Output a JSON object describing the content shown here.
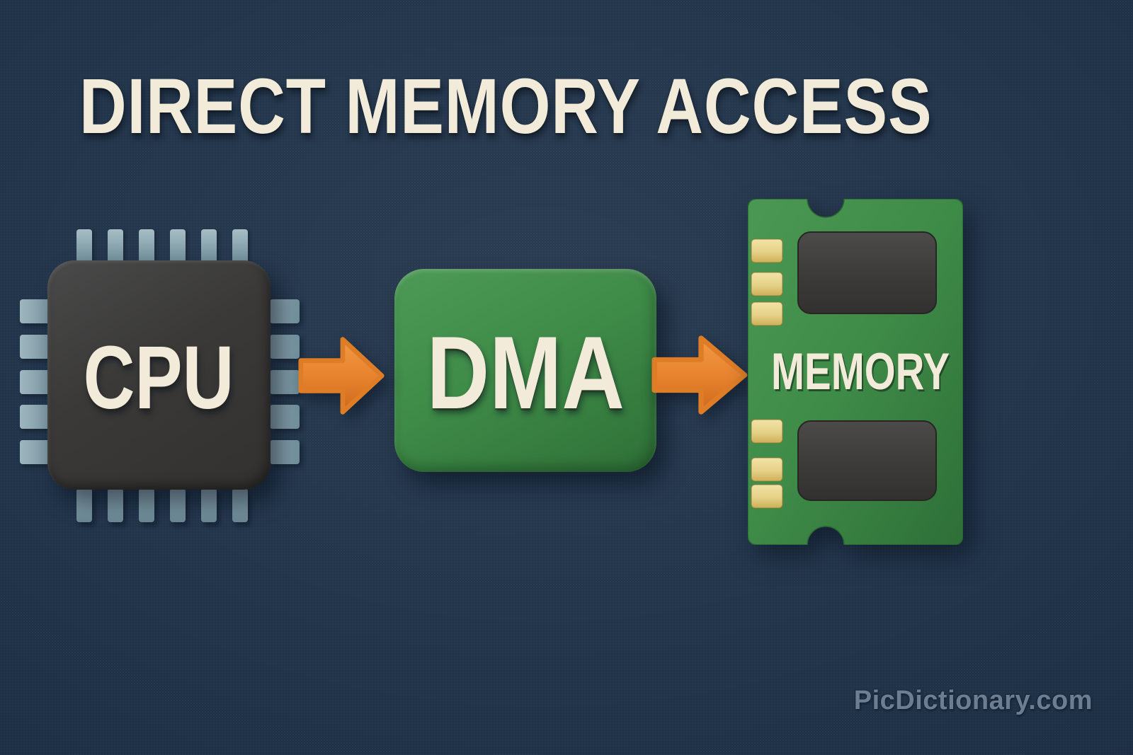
{
  "title": "DIRECT MEMORY ACCESS",
  "watermark": "PicDictionary.com",
  "diagram": {
    "nodes": [
      {
        "id": "cpu",
        "label": "CPU",
        "type": "processor-chip",
        "body_color": "#3a3938",
        "pin_color": "#86a1ac"
      },
      {
        "id": "dma",
        "label": "DMA",
        "type": "controller-box",
        "body_color": "#3e8a47"
      },
      {
        "id": "memory",
        "label": "MEMORY",
        "type": "memory-module",
        "body_color": "#3e8a47",
        "chip_color": "#3d3c3a",
        "contact_color": "#e6d187"
      }
    ],
    "connections": [
      {
        "from": "CPU",
        "to": "DMA",
        "style": "orange-arrow",
        "direction": "right"
      },
      {
        "from": "DMA",
        "to": "MEMORY",
        "style": "orange-arrow",
        "direction": "right"
      }
    ]
  },
  "colors": {
    "background": "#203349",
    "title_text": "#f2ebd9",
    "label_text": "#f2ebd9",
    "arrow_orange": "#e8832f",
    "gold_contact": "#e6d187",
    "watermark_text": "#7a8ba0"
  }
}
